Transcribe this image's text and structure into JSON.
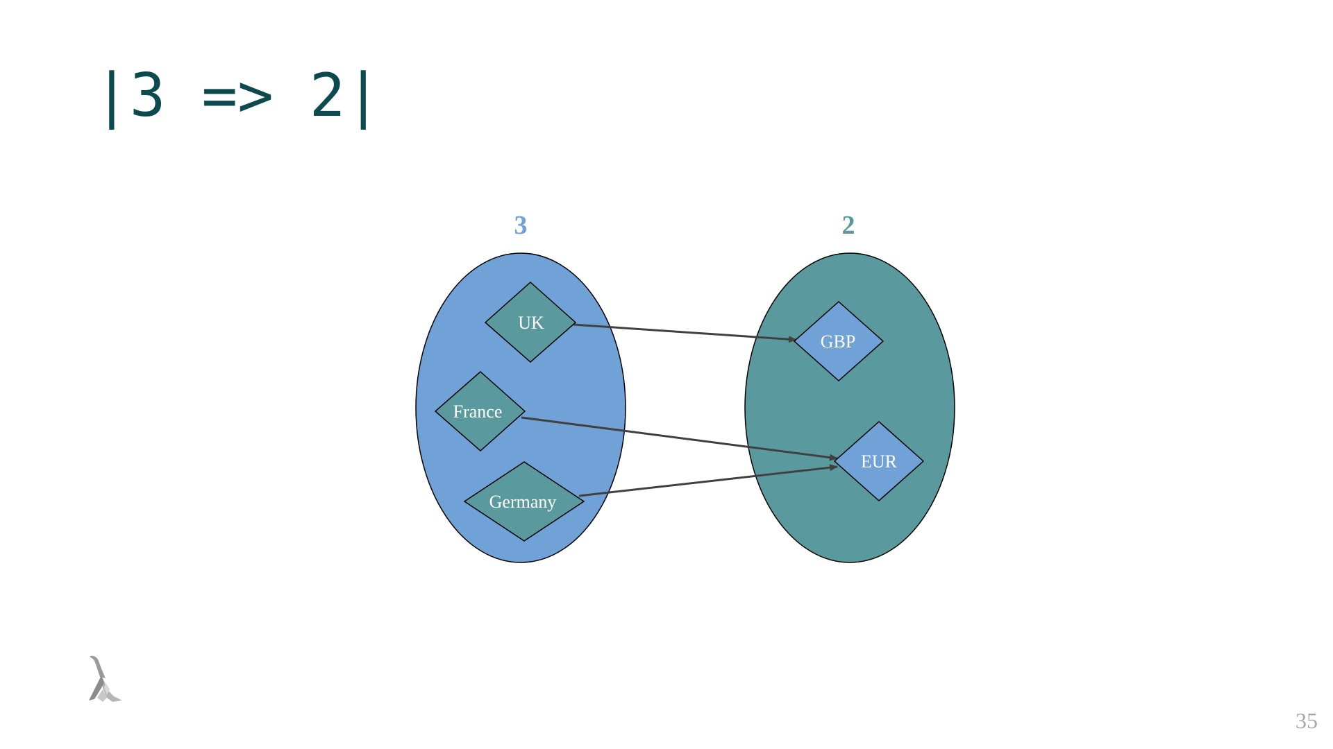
{
  "slide": {
    "title": "|3 => 2|",
    "page_number": "35"
  },
  "colors": {
    "title": "#0d4a4f",
    "blue_set": "#70a1d7",
    "teal_set": "#5a9a9e",
    "arrow": "#404040",
    "outline": "#000000",
    "page_number": "#a6a6a6"
  },
  "diagram": {
    "sets": [
      {
        "id": "domain",
        "label": "3",
        "fill": "#70a1d7",
        "label_color": "#70a1d7",
        "node_fill": "#5a9a9e"
      },
      {
        "id": "codomain",
        "label": "2",
        "fill": "#5a9a9e",
        "label_color": "#5a9a9e",
        "node_fill": "#70a1d7"
      }
    ],
    "nodes": [
      {
        "id": "uk",
        "set": "domain",
        "label": "UK"
      },
      {
        "id": "france",
        "set": "domain",
        "label": "France"
      },
      {
        "id": "germany",
        "set": "domain",
        "label": "Germany"
      },
      {
        "id": "gbp",
        "set": "codomain",
        "label": "GBP"
      },
      {
        "id": "eur",
        "set": "codomain",
        "label": "EUR"
      }
    ],
    "edges": [
      {
        "from": "uk",
        "to": "gbp"
      },
      {
        "from": "france",
        "to": "eur"
      },
      {
        "from": "germany",
        "to": "eur"
      }
    ]
  },
  "logo": {
    "icon": "lambda-logo-icon"
  }
}
